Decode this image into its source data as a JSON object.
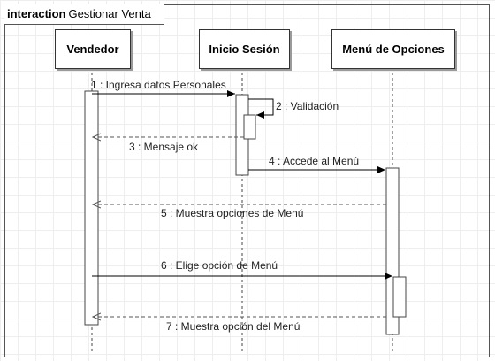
{
  "frame": {
    "keyword": "interaction",
    "name": "Gestionar Venta"
  },
  "lifelines": [
    {
      "label": "Vendedor"
    },
    {
      "label": "Inicio Sesión"
    },
    {
      "label": "Menú de Opciones"
    }
  ],
  "messages": [
    {
      "label": "1 : Ingresa datos Personales"
    },
    {
      "label": "2 : Validación"
    },
    {
      "label": "3 : Mensaje ok"
    },
    {
      "label": "4 : Accede al Menú"
    },
    {
      "label": "5 : Muestra opciones de Menú"
    },
    {
      "label": "6 : Elige opción de Menú"
    },
    {
      "label": "7 : Muestra opción del Menú"
    }
  ],
  "colors": {
    "line": "#000000",
    "return_line": "#555555",
    "activation_fill": "#ffffff"
  }
}
